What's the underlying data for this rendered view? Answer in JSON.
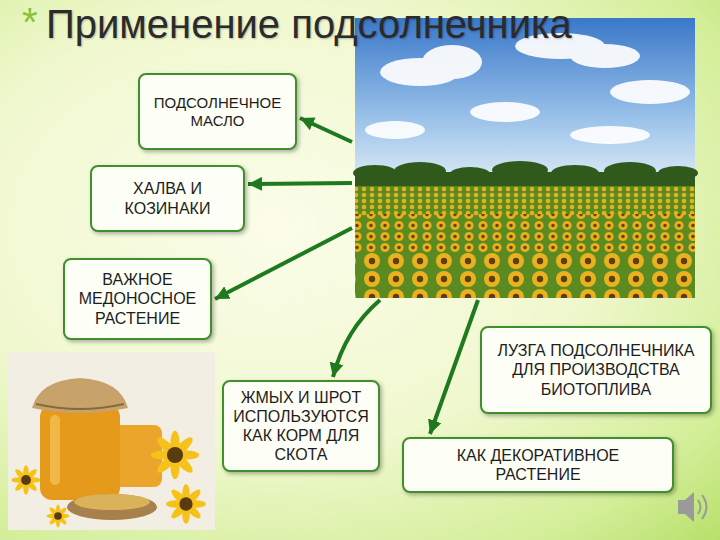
{
  "diagram": {
    "title": "Применение подсолнечника",
    "nodes": [
      {
        "text": [
          "ПОДСОЛНЕЧНОЕ МАСЛО"
        ]
      },
      {
        "text": [
          "ХАЛВА И КОЗИНАКИ"
        ]
      },
      {
        "text": [
          "ВАЖНОЕ МЕДОНОСНОЕ РАСТЕНИЕ"
        ]
      },
      {
        "text": [
          "ЖМЫХ И ШРОТ ИСПОЛЬЗУЮТСЯ КАК КОРМ ДЛЯ СКОТА"
        ]
      },
      {
        "text": [
          "ЛУЗГА ПОДСОЛНЕЧНИКА ДЛЯ ПРОИЗВОДСТВА БИОТОПЛИВА"
        ]
      },
      {
        "text": [
          "КАК ДЕКОРАТИВНОЕ РАСТЕНИЕ"
        ]
      }
    ],
    "labels": [
      "*"
    ]
  }
}
